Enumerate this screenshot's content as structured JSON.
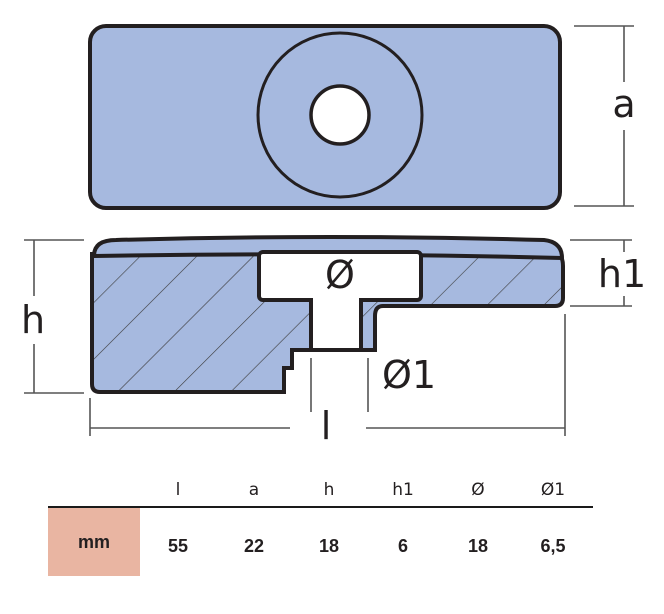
{
  "colors": {
    "part_fill": "#a6b9df",
    "outline": "#231f20",
    "dimension_line": "#555555",
    "unit_cell": "#e9b5a2"
  },
  "dimension_labels": {
    "a": "a",
    "h": "h",
    "h1": "h1",
    "diameter": "Ø",
    "diameter1": "Ø1",
    "length": "l"
  },
  "table": {
    "headers": [
      "l",
      "a",
      "h",
      "h1",
      "Ø",
      "Ø1"
    ],
    "unit": "mm",
    "values": [
      "55",
      "22",
      "18",
      "6",
      "18",
      "6,5"
    ]
  }
}
